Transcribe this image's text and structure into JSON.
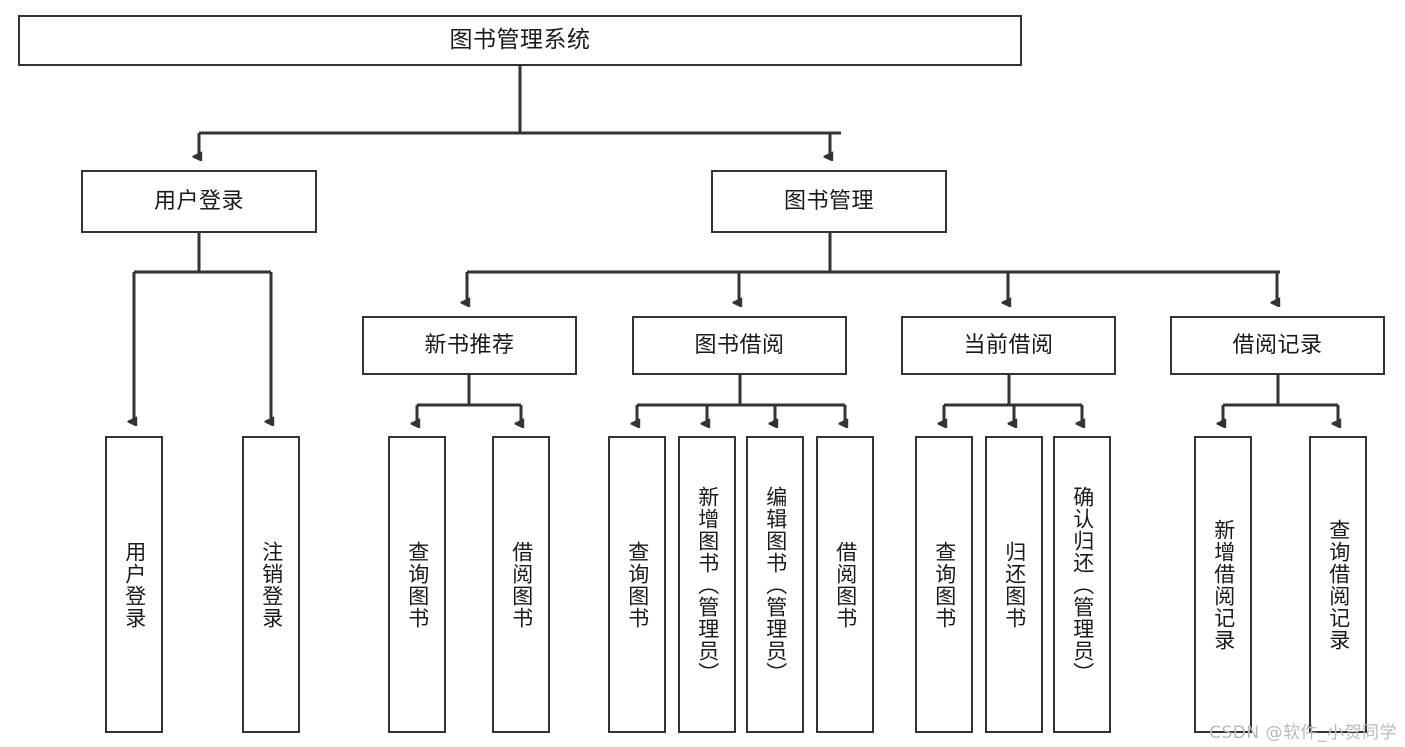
{
  "diagram": {
    "title": "图书管理系统",
    "type": "tree-hierarchy",
    "root": {
      "id": "root",
      "label": "图书管理系统"
    },
    "level2": [
      {
        "id": "user-login",
        "label": "用户登录"
      },
      {
        "id": "book-manage",
        "label": "图书管理"
      }
    ],
    "level3": [
      {
        "id": "new-book-rec",
        "label": "新书推荐",
        "parent": "book-manage"
      },
      {
        "id": "book-borrow",
        "label": "图书借阅",
        "parent": "book-manage"
      },
      {
        "id": "current-borrow",
        "label": "当前借阅",
        "parent": "book-manage"
      },
      {
        "id": "borrow-record",
        "label": "借阅记录",
        "parent": "book-manage"
      }
    ],
    "leaves": [
      {
        "id": "leaf-user-login",
        "label": "用户登录",
        "parent": "user-login"
      },
      {
        "id": "leaf-logout",
        "label": "注销登录",
        "parent": "user-login"
      },
      {
        "id": "leaf-query-book-1",
        "label": "查询图书",
        "parent": "new-book-rec"
      },
      {
        "id": "leaf-borrow-book-1",
        "label": "借阅图书",
        "parent": "new-book-rec"
      },
      {
        "id": "leaf-query-book-2",
        "label": "查询图书",
        "parent": "book-borrow"
      },
      {
        "id": "leaf-add-book",
        "label": "新增图书（管理员）",
        "parent": "book-borrow"
      },
      {
        "id": "leaf-edit-book",
        "label": "编辑图书（管理员）",
        "parent": "book-borrow"
      },
      {
        "id": "leaf-borrow-book-2",
        "label": "借阅图书",
        "parent": "book-borrow"
      },
      {
        "id": "leaf-query-book-3",
        "label": "查询图书",
        "parent": "current-borrow"
      },
      {
        "id": "leaf-return-book",
        "label": "归还图书",
        "parent": "current-borrow"
      },
      {
        "id": "leaf-confirm-return",
        "label": "确认归还（管理员）",
        "parent": "current-borrow"
      },
      {
        "id": "leaf-add-record",
        "label": "新增借阅记录",
        "parent": "borrow-record"
      },
      {
        "id": "leaf-query-record",
        "label": "查询借阅记录",
        "parent": "borrow-record"
      }
    ],
    "colors": {
      "background": "#ffffff",
      "node_fill": "#ffffff",
      "node_border": "#333333",
      "edge": "#333333",
      "text": "#1a1a1a",
      "watermark": "#b9b9b9"
    }
  },
  "watermark": {
    "text": "CSDN @软件_小贺同学"
  }
}
